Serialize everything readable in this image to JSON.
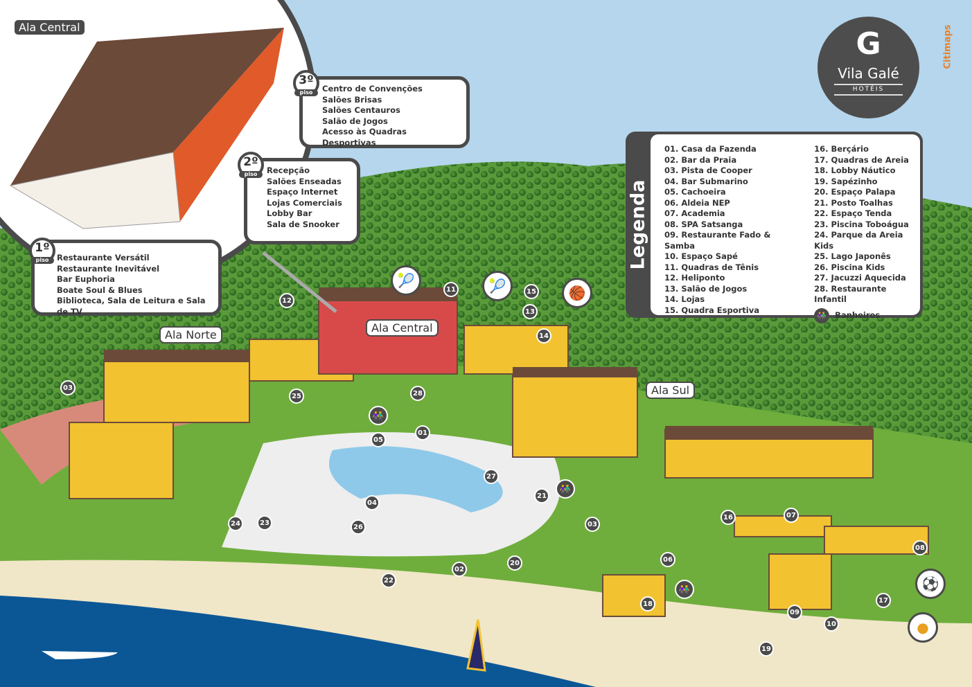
{
  "logo": {
    "brand": "Vila Galé",
    "sub": "HOTÉIS"
  },
  "credit": "Citimaps",
  "area_labels": {
    "inset": "Ala Central",
    "norte": "Ala Norte",
    "central": "Ala Central",
    "sul": "Ala Sul"
  },
  "floors": [
    {
      "num": "3º",
      "tag": "piso",
      "items": [
        "Centro de Convenções",
        "Salões Brisas",
        "Salões Centauros",
        "Salão de Jogos",
        "Acesso às Quadras Desportivas"
      ]
    },
    {
      "num": "2º",
      "tag": "piso",
      "items": [
        "Recepção",
        "Salões Enseadas",
        "Espaço Internet",
        "Lojas Comerciais",
        "Lobby Bar",
        "Sala de Snooker"
      ]
    },
    {
      "num": "1º",
      "tag": "piso",
      "items": [
        "Restaurante Versátil",
        "Restaurante Inevitável",
        "Bar Euphoria",
        "Boate Soul & Blues",
        "Biblioteca, Sala de Leitura e Sala de TV"
      ]
    }
  ],
  "legend": {
    "title": "Legenda",
    "col1": [
      "01. Casa da Fazenda",
      "02. Bar da Praia",
      "03. Pista de Cooper",
      "04. Bar Submarino",
      "05. Cachoeira",
      "06. Aldeia NEP",
      "07. Academia",
      "08. SPA Satsanga",
      "09. Restaurante Fado & Samba",
      "10. Espaço Sapé",
      "11. Quadras de Tênis",
      "12. Heliponto",
      "13. Salão de Jogos",
      "14. Lojas",
      "15. Quadra Esportiva"
    ],
    "col2": [
      "16. Berçário",
      "17. Quadras de Areia",
      "18. Lobby Náutico",
      "19. Sapézinho",
      "20. Espaço Palapa",
      "21. Posto Toalhas",
      "22. Espaço Tenda",
      "23. Piscina Toboágua",
      "24. Parque da Areia Kids",
      "25. Lago Japonês",
      "26. Piscina Kids",
      "27. Jacuzzi Aquecida",
      "28. Restaurante Infantil"
    ],
    "restrooms": "Banheiros"
  },
  "markers": [
    "01",
    "02",
    "03",
    "03",
    "04",
    "05",
    "06",
    "07",
    "08",
    "09",
    "10",
    "11",
    "12",
    "13",
    "14",
    "15",
    "16",
    "17",
    "18",
    "19",
    "20",
    "21",
    "22",
    "23",
    "24",
    "25",
    "26",
    "27",
    "28"
  ],
  "colors": {
    "sky": "#b5d6ec",
    "forest": "#3f8a2f",
    "sea": "#0b5796",
    "sand": "#f0e6c8",
    "building": "#f2c230",
    "roof": "#6b4a3a",
    "marker": "#4a4a4a"
  }
}
